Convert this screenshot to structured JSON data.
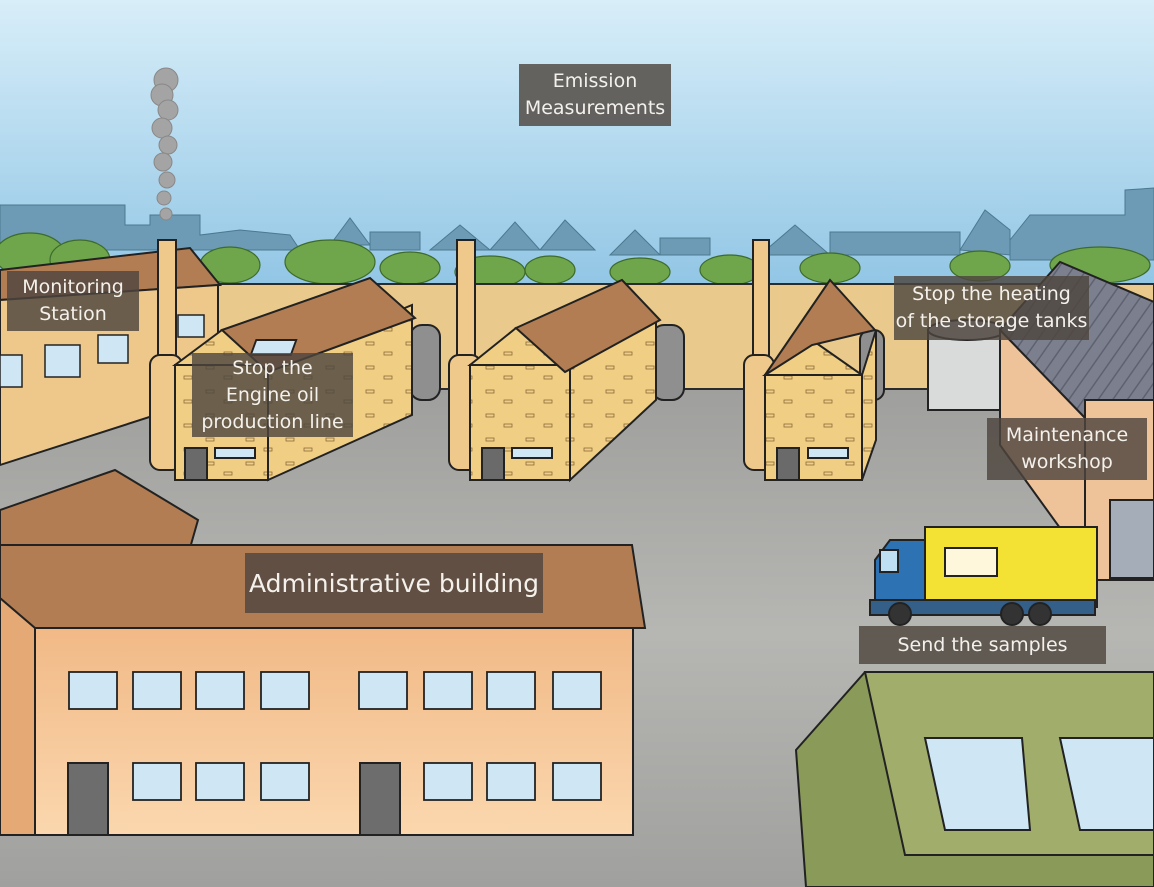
{
  "hotspots": {
    "emission": "Emission\nMeasurements",
    "monitoring": "Monitoring\nStation",
    "engine_oil": "Stop the\nEngine oil\nproduction line",
    "storage_tanks": "Stop the heating\nof the storage tanks",
    "maintenance": "Maintenance\nworkshop",
    "administrative": "Administrative building",
    "send_samples": "Send the samples"
  },
  "colors": {
    "sky_top": "#d5ebf7",
    "sky_bottom": "#8fc6e6",
    "wall": "#e7c98e",
    "ground": "#a8a8a6",
    "roof": "#b27d52",
    "admin_wall": "#f6c898",
    "green_building": "#8a9a58",
    "truck_cab": "#2d73b4",
    "truck_box": "#f3e234",
    "label_bg": "#4e463e"
  }
}
